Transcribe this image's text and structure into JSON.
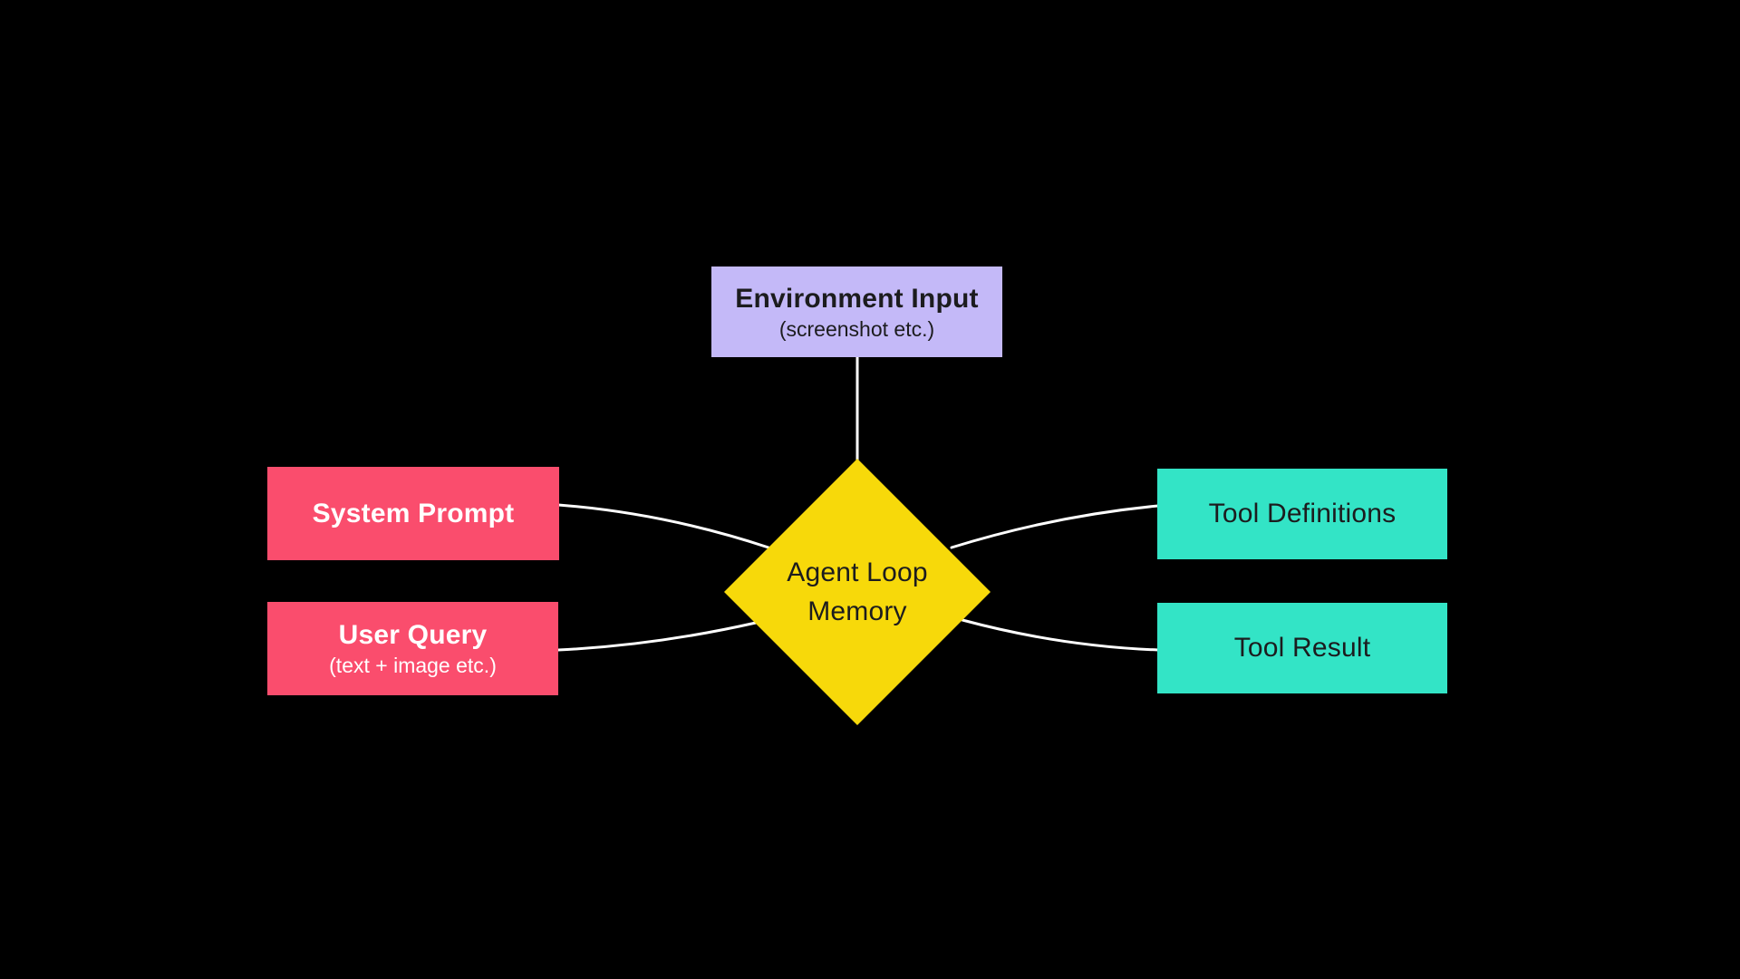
{
  "colors": {
    "background": "#000000",
    "connector": "#ffffff",
    "node_purple": "#c4b9f8",
    "node_pink": "#fa4d6d",
    "node_teal": "#33e4c6",
    "node_yellow": "#f7d90a",
    "text_dark": "#1c1c1e",
    "text_light": "#ffffff"
  },
  "nodes": {
    "environment_input": {
      "title": "Environment Input",
      "subtitle": "(screenshot etc.)"
    },
    "system_prompt": {
      "title": "System Prompt"
    },
    "user_query": {
      "title": "User Query",
      "subtitle": "(text + image etc.)"
    },
    "agent_loop_memory": {
      "line1": "Agent Loop",
      "line2": "Memory"
    },
    "tool_definitions": {
      "title": "Tool Definitions"
    },
    "tool_result": {
      "title": "Tool Result"
    }
  },
  "edges": [
    {
      "from": "environment_input",
      "to": "agent_loop_memory"
    },
    {
      "from": "system_prompt",
      "to": "agent_loop_memory"
    },
    {
      "from": "user_query",
      "to": "agent_loop_memory"
    },
    {
      "from": "agent_loop_memory",
      "to": "tool_definitions"
    },
    {
      "from": "agent_loop_memory",
      "to": "tool_result"
    }
  ]
}
